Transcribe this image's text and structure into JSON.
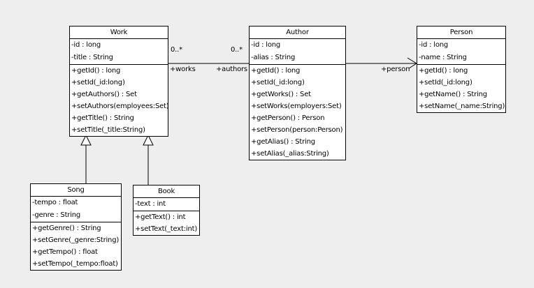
{
  "diagram": {
    "background_color": "#eeeeee",
    "box_fill_color": "#ffffff",
    "line_color": "#000000",
    "classes": [
      {
        "name": "Work",
        "attributes": [
          "-id : long",
          "-title : String"
        ],
        "methods": [
          "+getId() : long",
          "+setId(_id:long)",
          "+getAuthors() : Set",
          "+setAuthors(employees:Set)",
          "+getTitle() : String",
          "+setTitle(_title:String)"
        ]
      },
      {
        "name": "Author",
        "attributes": [
          "-id : long",
          "-alias : String"
        ],
        "methods": [
          "+getId() : long",
          "+setId(_id:long)",
          "+getWorks() : Set",
          "+setWorks(employers:Set)",
          "+getPerson() : Person",
          "+setPerson(person:Person)",
          "+getAlias() : String",
          "+setAlias(_alias:String)"
        ]
      },
      {
        "name": "Person",
        "attributes": [
          "-id : long",
          "-name : String"
        ],
        "methods": [
          "+getId() : long",
          "+setId(_id:long)",
          "+getName() : String",
          "+setName(_name:String)"
        ]
      },
      {
        "name": "Song",
        "attributes": [
          "-tempo : float",
          "-genre : String"
        ],
        "methods": [
          "+getGenre() : String",
          "+setGenre(_genre:String)",
          "+getTempo() : float",
          "+setTempo(_tempo:float)"
        ]
      },
      {
        "name": "Book",
        "attributes": [
          "-text : int"
        ],
        "methods": [
          "+getText() : int",
          "+setText(_text:int)"
        ]
      }
    ],
    "associations": {
      "work_author": {
        "work_multiplicity": "0..*",
        "author_multiplicity": "0..*",
        "work_role": "+works",
        "author_role": "+authors"
      },
      "author_person": {
        "person_role": "+person"
      }
    }
  }
}
